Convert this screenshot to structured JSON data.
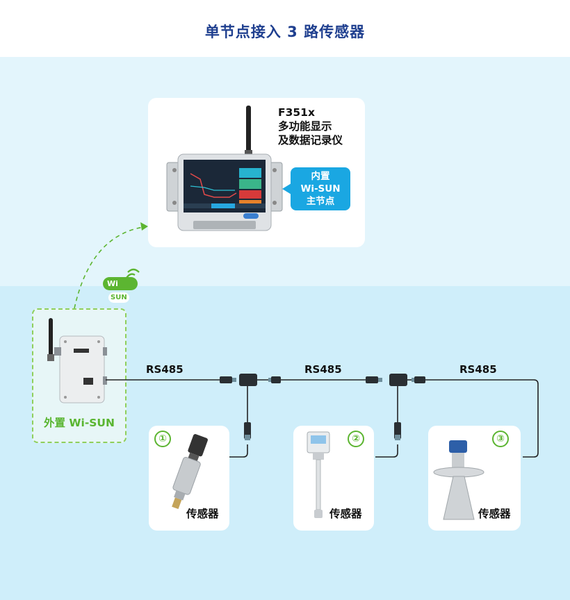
{
  "title": "单节点接入 3 路传感器",
  "host": {
    "desc": [
      "F351x",
      "多功能显示",
      "及数据记录仪"
    ],
    "bubble": [
      "内置",
      "Wi-SUN",
      "主节点"
    ]
  },
  "wisun_logo": {
    "wi": "Wi",
    "sun": "SUN"
  },
  "external_node": {
    "label": "外置 Wi-SUN"
  },
  "links": [
    "RS485",
    "RS485",
    "RS485"
  ],
  "sensors": [
    {
      "number": "①",
      "label": "传感器"
    },
    {
      "number": "②",
      "label": "传感器"
    },
    {
      "number": "③",
      "label": "传感器"
    }
  ],
  "colors": {
    "title": "#1f3f8f",
    "accent_blue": "#1aa7e2",
    "accent_green": "#5cb531"
  }
}
